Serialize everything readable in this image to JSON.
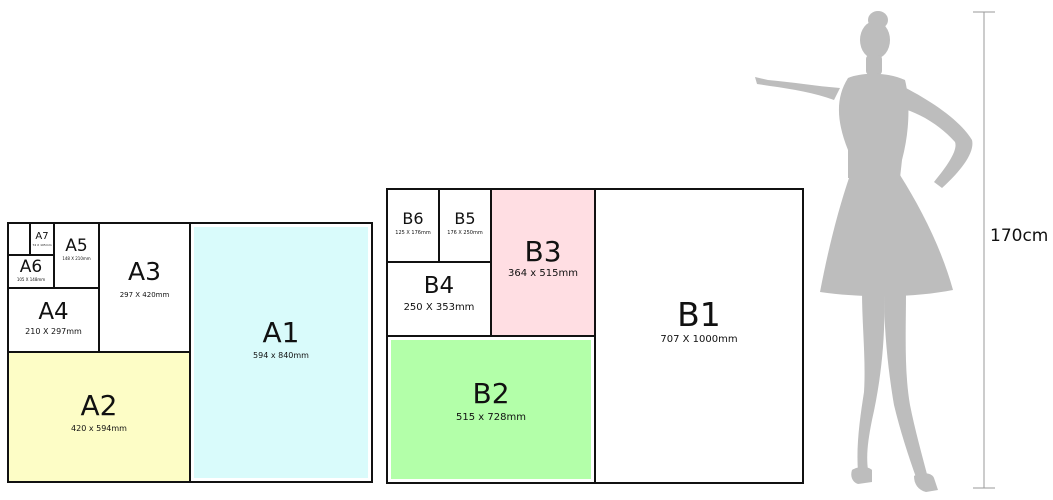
{
  "colors": {
    "a2_fill": "#FDFDC6",
    "a1_fill": "#D9FBFB",
    "b2_fill": "#B3FFA9",
    "b3_fill": "#FFDEE3",
    "line": "#111111",
    "silhouette": "#BDBDBD",
    "measure_line": "#9A9A9A"
  },
  "a_series": {
    "a1": {
      "name": "A1",
      "size": "594 x 840mm"
    },
    "a2": {
      "name": "A2",
      "size": "420 x 594mm"
    },
    "a3": {
      "name": "A3",
      "size": "297 X 420mm"
    },
    "a4": {
      "name": "A4",
      "size": "210 X 297mm"
    },
    "a5": {
      "name": "A5",
      "size": "148 X 210mm"
    },
    "a6": {
      "name": "A6",
      "size": "105 X 148mm"
    },
    "a7": {
      "name": "A7",
      "size": "74 X 105mm"
    }
  },
  "b_series": {
    "b1": {
      "name": "B1",
      "size": "707 X 1000mm"
    },
    "b2": {
      "name": "B2",
      "size": "515 x 728mm"
    },
    "b3": {
      "name": "B3",
      "size": "364 x 515mm"
    },
    "b4": {
      "name": "B4",
      "size": "250 X 353mm"
    },
    "b5": {
      "name": "B5",
      "size": "176 X 250mm"
    },
    "b6": {
      "name": "B6",
      "size": "125 X 176mm"
    }
  },
  "figure": {
    "height_label": "170cm",
    "icon": "woman-silhouette-icon"
  }
}
